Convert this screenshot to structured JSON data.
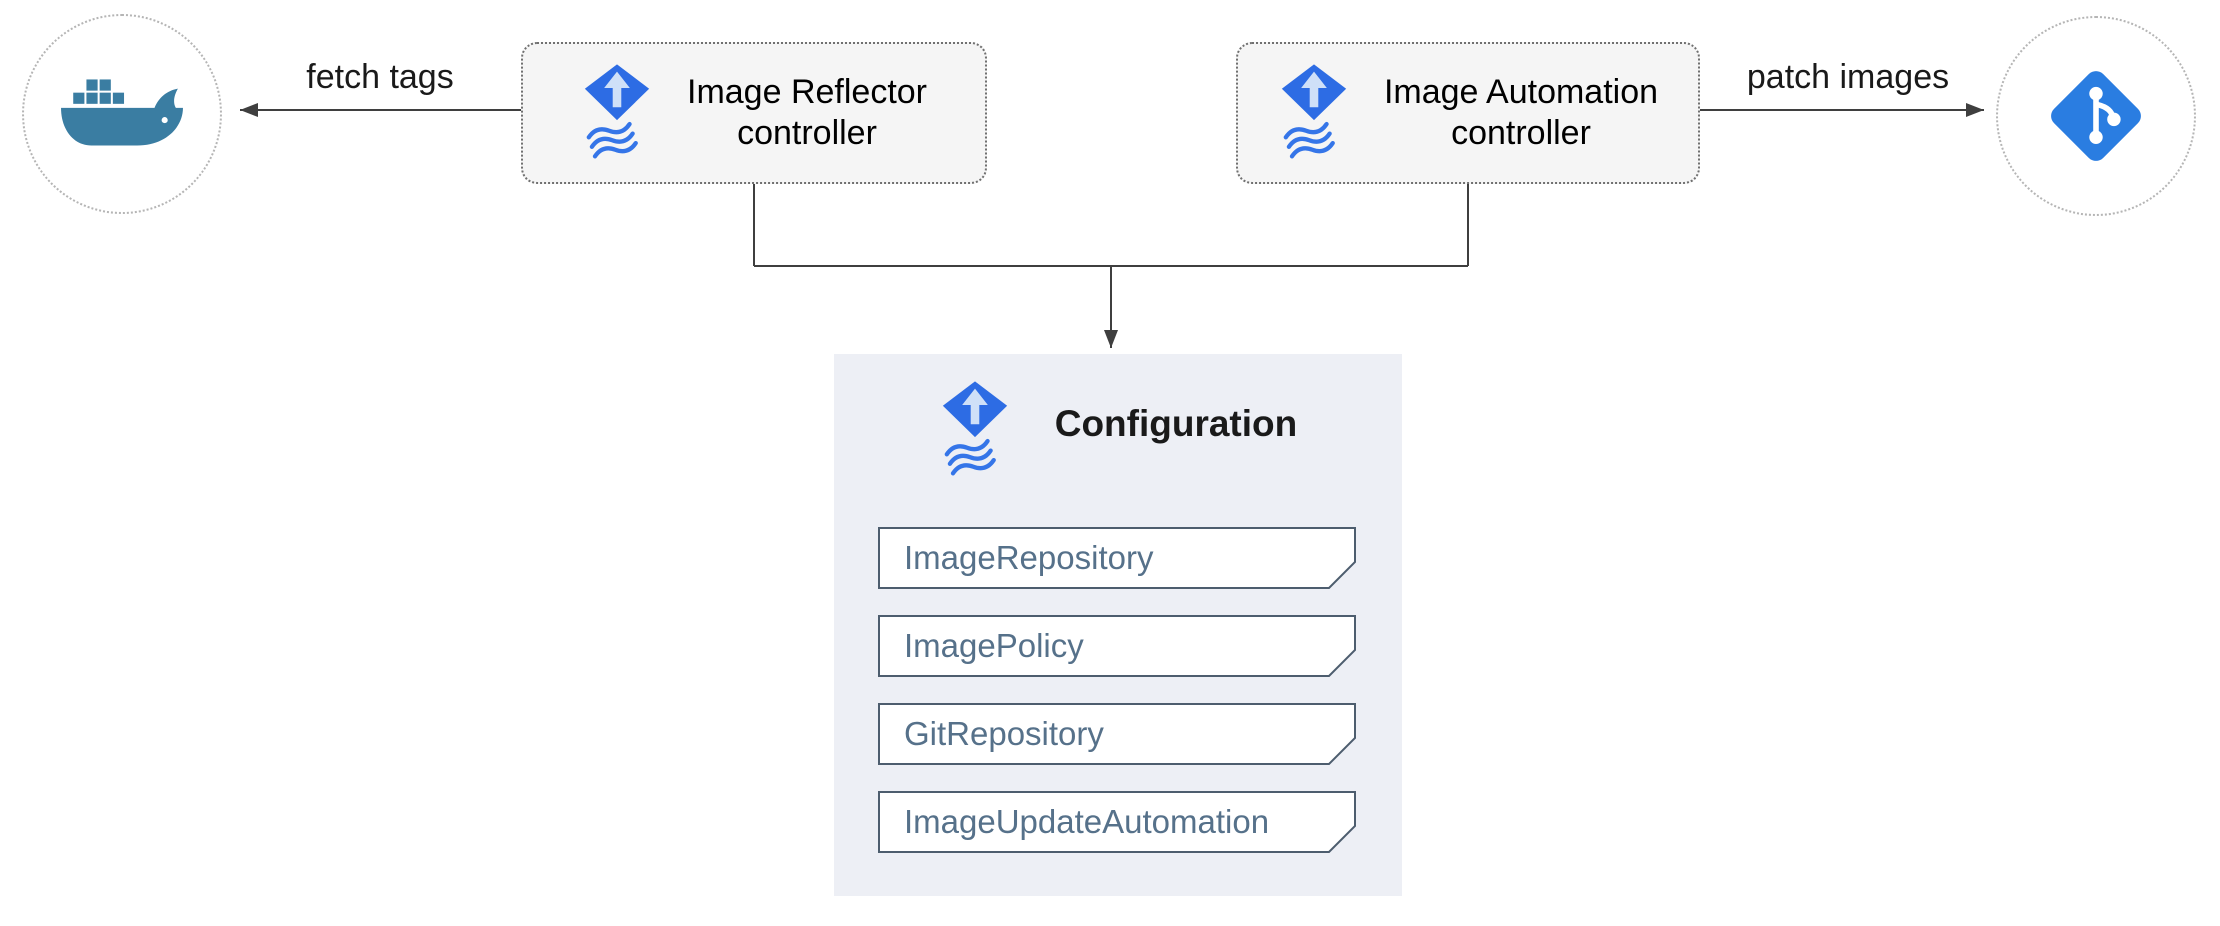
{
  "diagram": {
    "edges": {
      "fetch_tags_label": "fetch tags",
      "patch_images_label": "patch images"
    },
    "nodes": {
      "docker_registry": {
        "icon": "docker-whale-icon"
      },
      "image_reflector": {
        "line1": "Image Reflector",
        "line2": "controller",
        "icon": "flux-icon"
      },
      "image_automation": {
        "line1": "Image Automation",
        "line2": "controller",
        "icon": "flux-icon"
      },
      "git_repository": {
        "icon": "git-icon"
      }
    },
    "configuration": {
      "title": "Configuration",
      "icon": "flux-icon",
      "items": [
        "ImageRepository",
        "ImagePolicy",
        "GitRepository",
        "ImageUpdateAutomation"
      ]
    }
  },
  "colors": {
    "flux-diamond": "#2d6ce4",
    "flux-arrow": "#cfe0f8",
    "flux-wave": "#3575e8",
    "docker-blue": "#3a7da2",
    "git-blue": "#2a7de1",
    "line": "#3f3f3f",
    "panel-bg": "#edeff5",
    "item-border": "#4d5d6e",
    "item-text": "#56718a",
    "box-bg": "#f5f5f5",
    "box-border": "#707070",
    "circle-border": "#b5b5b5",
    "label-color": "#1a1a1a"
  }
}
